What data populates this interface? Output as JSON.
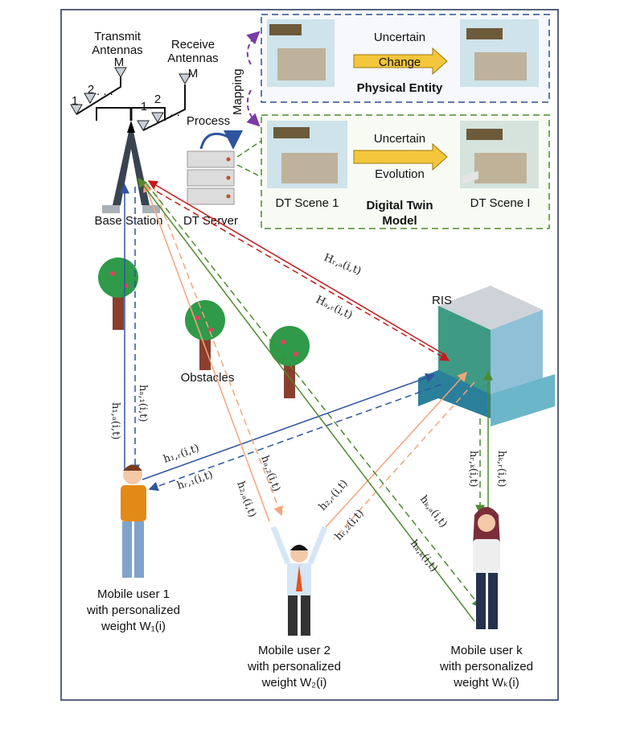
{
  "antennas": {
    "transmit": [
      "Transmit",
      "Antennas"
    ],
    "receive": [
      "Receive",
      "Antennas"
    ],
    "m": "M",
    "one": "1",
    "two": "2"
  },
  "labels": {
    "base_station": "Base Station",
    "dt_server": "DT Server",
    "process": "Process",
    "mapping": "Mapping",
    "ris": "RIS",
    "obstacles": "Obstacles"
  },
  "physical_entity": {
    "arrow_top": "Uncertain",
    "arrow_bottom": "Change",
    "title": "Physical Entity"
  },
  "digital_twin": {
    "arrow_top": "Uncertain",
    "arrow_bottom": "Evolution",
    "scene1": "DT Scene 1",
    "sceneI": "DT Scene I",
    "title": [
      "Digital Twin",
      "Model"
    ]
  },
  "users": [
    {
      "lines": [
        "Mobile user 1",
        "with personalized",
        "weight W₁(i)"
      ]
    },
    {
      "lines": [
        "Mobile user 2",
        "with personalized",
        "weight W₂(i)"
      ]
    },
    {
      "lines": [
        "Mobile user k",
        "with personalized",
        "weight Wₖ(i)"
      ]
    }
  ],
  "channels": {
    "H_ra": "Hᵣ,ₐ(i,t)",
    "H_ar": "Hₐ,ᵣ(i,t)",
    "h_1a": "h₁,ₐ(i,t)",
    "h_a1": "hₐ,₁(i,t)",
    "h_1r": "h₁,ᵣ(i,t)",
    "h_r1": "hᵣ,₁(i,t)",
    "h_2a": "h₂,ₐ(i,t)",
    "h_a2": "hₐ,₂(i,t)",
    "h_2r": "h₂,ᵣ(i,t)",
    "h_r2": "hᵣ,₂(i,t)",
    "h_ka": "hₖ,ₐ(i,t)",
    "h_ak": "hₐ,ₖ(i,t)",
    "h_rk": "hᵣ,ₖ(i,t)",
    "h_kr": "hₖ,ᵣ(i,t)"
  },
  "colors": {
    "user1": "#2f55a0",
    "user2": "#f4a57a",
    "userk": "#4e8a2e",
    "ris_link": "#c41a1a",
    "pe_border": "#2f4f8f",
    "dt_border": "#4e8a2e",
    "mapping": "#7a3aa8"
  }
}
